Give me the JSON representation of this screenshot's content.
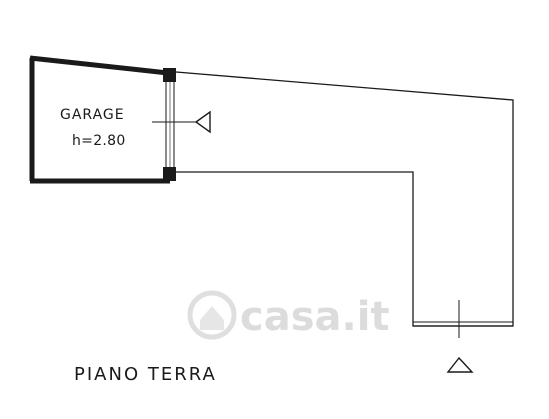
{
  "room": {
    "name": "GARAGE",
    "height": "h=2.80"
  },
  "floor_label": "PIANO TERRA",
  "watermark": {
    "text": "casa.it",
    "color": "#d9d9d9"
  },
  "colors": {
    "line": "#1a1a1a",
    "background": "#ffffff"
  }
}
